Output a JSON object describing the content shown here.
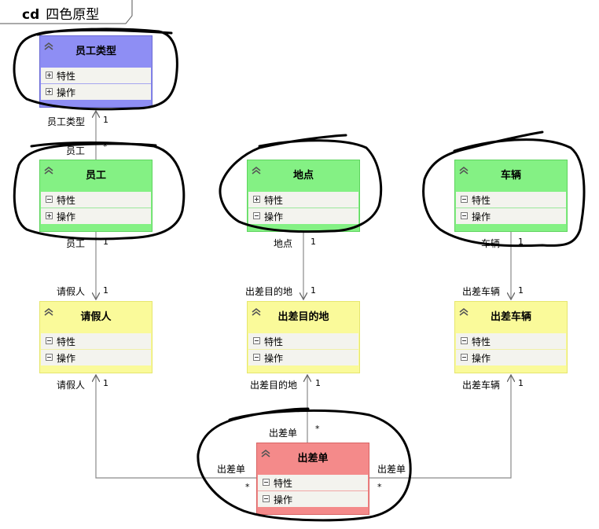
{
  "frame": {
    "keyword": "cd",
    "title": "四色原型"
  },
  "compartments": {
    "attributes": "特性",
    "operations": "操作"
  },
  "colors": {
    "blue": "#8e8ef4",
    "green": "#84f184",
    "yellow": "#fafa9a",
    "pink": "#f48a8a"
  },
  "classes": [
    {
      "id": "emp_type",
      "name": "员工类型",
      "color": "blue",
      "attr_icon": "plus",
      "ops_icon": "plus"
    },
    {
      "id": "employee",
      "name": "员工",
      "color": "green",
      "attr_icon": "minus",
      "ops_icon": "plus"
    },
    {
      "id": "place",
      "name": "地点",
      "color": "green",
      "attr_icon": "plus",
      "ops_icon": "minus"
    },
    {
      "id": "vehicle",
      "name": "车辆",
      "color": "green",
      "attr_icon": "minus",
      "ops_icon": "minus"
    },
    {
      "id": "requester",
      "name": "请假人",
      "color": "yellow",
      "attr_icon": "minus",
      "ops_icon": "minus"
    },
    {
      "id": "destination",
      "name": "出差目的地",
      "color": "yellow",
      "attr_icon": "minus",
      "ops_icon": "minus"
    },
    {
      "id": "trip_vehicle",
      "name": "出差车辆",
      "color": "yellow",
      "attr_icon": "minus",
      "ops_icon": "minus"
    },
    {
      "id": "trip_order",
      "name": "出差单",
      "color": "pink",
      "attr_icon": "minus",
      "ops_icon": "minus"
    }
  ],
  "associations": [
    {
      "id": "a1",
      "target_role": "员工类型",
      "target_mult": "1",
      "source_role": "员工",
      "source_mult": "*"
    },
    {
      "id": "a2",
      "target_role": "请假人",
      "target_mult": "1",
      "source_role": "员工",
      "source_mult": "1"
    },
    {
      "id": "a3",
      "target_role": "出差目的地",
      "target_mult": "1",
      "source_role": "地点",
      "source_mult": "1"
    },
    {
      "id": "a4",
      "target_role": "出差车辆",
      "target_mult": "1",
      "source_role": "车辆",
      "source_mult": "1"
    },
    {
      "id": "a5",
      "target_role": "出差目的地",
      "target_mult": "1",
      "source_role": "出差单",
      "source_mult": "*"
    },
    {
      "id": "a6",
      "target_role": "请假人",
      "target_mult": "1",
      "source_role": "出差单",
      "source_mult": "*"
    },
    {
      "id": "a7",
      "target_role": "出差车辆",
      "target_mult": "1",
      "source_role": "出差单",
      "source_mult": "*"
    }
  ]
}
